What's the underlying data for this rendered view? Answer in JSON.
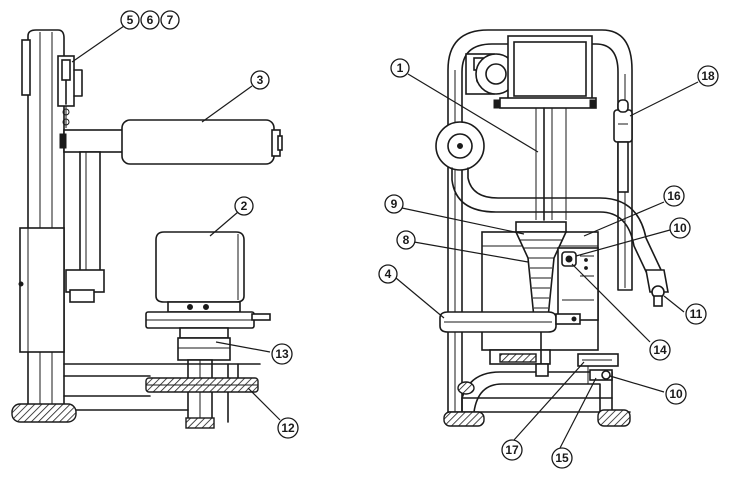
{
  "diagram": {
    "views": [
      {
        "view": "side"
      },
      {
        "view": "front"
      }
    ],
    "callouts": [
      {
        "id": "c5",
        "label": "5"
      },
      {
        "id": "c6",
        "label": "6"
      },
      {
        "id": "c7",
        "label": "7"
      },
      {
        "id": "c3",
        "label": "3"
      },
      {
        "id": "c2",
        "label": "2"
      },
      {
        "id": "c13",
        "label": "13"
      },
      {
        "id": "c12",
        "label": "12"
      },
      {
        "id": "c1",
        "label": "1"
      },
      {
        "id": "c18",
        "label": "18"
      },
      {
        "id": "c9",
        "label": "9"
      },
      {
        "id": "c16",
        "label": "16"
      },
      {
        "id": "c8",
        "label": "8"
      },
      {
        "id": "c10a",
        "label": "10"
      },
      {
        "id": "c4",
        "label": "4"
      },
      {
        "id": "c11",
        "label": "11"
      },
      {
        "id": "c14",
        "label": "14"
      },
      {
        "id": "c10b",
        "label": "10"
      },
      {
        "id": "c17",
        "label": "17"
      },
      {
        "id": "c15",
        "label": "15"
      }
    ]
  }
}
